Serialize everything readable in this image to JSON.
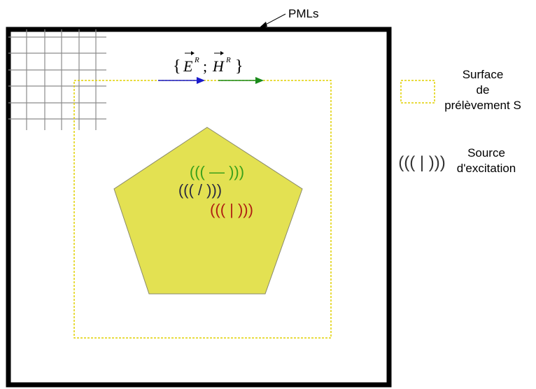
{
  "pml_label": "PMLs",
  "field_label": {
    "E": "E",
    "H": "H",
    "sup": "R",
    "open_brace": "{",
    "sep": ";",
    "close_brace": "}"
  },
  "legend": {
    "surface_line1": "Surface",
    "surface_line2": "de",
    "surface_line3": "prélèvement S",
    "source_line1": "Source",
    "source_line2": "d'excitation"
  },
  "source_symbols": {
    "green": "((( — )))",
    "dark": "((( / )))",
    "red": "((( | )))",
    "legend": "((( | )))"
  },
  "colors": {
    "pml_border": "#000000",
    "grid": "#8c8c8c",
    "surface_dash": "#e0d000",
    "pentagon_fill": "#e3e152",
    "pentagon_stroke": "#8a8a6a",
    "arrow_blue": "#1a1acc",
    "arrow_green": "#1a8a1a",
    "source_green": "#3aa01a",
    "source_dark": "#2a2a40",
    "source_red": "#b01e12",
    "source_legend": "#333333"
  }
}
